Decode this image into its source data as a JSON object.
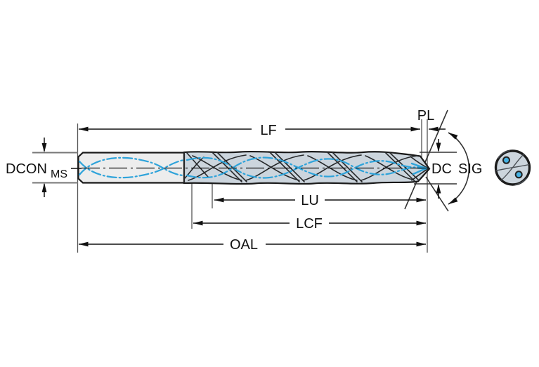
{
  "diagram": {
    "type": "technical-dimension-drawing",
    "subject": "Coolant-through solid carbide twist drill: side view with dimension callouts and end view",
    "background": "#ffffff",
    "labels": {
      "dcon": "DCON",
      "dcon_sub": "MS",
      "lf": "LF",
      "pl": "PL",
      "dc": "DC",
      "sig": "SIG",
      "lu": "LU",
      "lcf": "LCF",
      "oal": "OAL"
    },
    "colors": {
      "outline": "#1a1a1a",
      "body_fill": "#ccd5dd",
      "shank_fill": "#ededed",
      "coolant_blue": "#2ea3da",
      "hole_blue": "#45b1e2",
      "dimension_line": "#111111",
      "extension_gray": "#8f8f8f"
    }
  }
}
